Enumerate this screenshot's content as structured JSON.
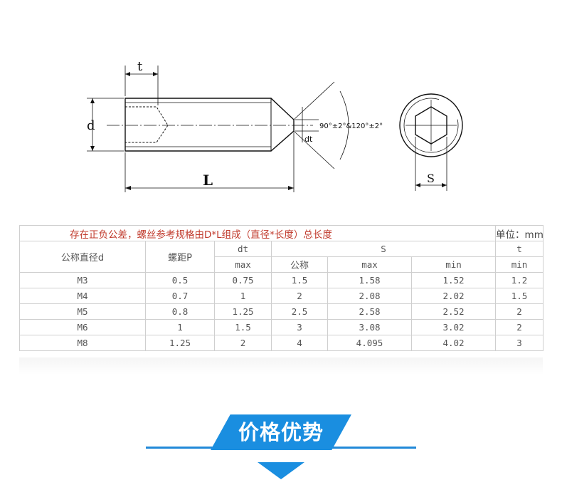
{
  "drawing": {
    "label_t": "t",
    "label_d": "d",
    "label_L": "L",
    "label_angle": "90°±2°&120°±2°",
    "label_dt": "dt",
    "label_s": "S"
  },
  "table": {
    "note": "存在正负公差，螺丝参考规格由D*L组成（直径*长度）总长度",
    "unit": "单位：mm",
    "headers": {
      "nominal_diameter": "公称直径d",
      "pitch": "螺距P",
      "dt": "dt",
      "s": "S",
      "t": "t",
      "dt_max": "max",
      "s_nominal": "公称",
      "s_max": "max",
      "s_min": "min",
      "t_min": "min"
    },
    "rows": [
      [
        "M3",
        "0.5",
        "0.75",
        "1.5",
        "1.58",
        "1.52",
        "1.2"
      ],
      [
        "M4",
        "0.7",
        "1",
        "2",
        "2.08",
        "2.02",
        "1.5"
      ],
      [
        "M5",
        "0.8",
        "1.25",
        "2.5",
        "2.58",
        "2.52",
        "2"
      ],
      [
        "M6",
        "1",
        "1.5",
        "3",
        "3.08",
        "3.02",
        "2"
      ],
      [
        "M8",
        "1.25",
        "2",
        "4",
        "4.095",
        "4.02",
        "3"
      ]
    ]
  },
  "banner": {
    "title": "价格优势"
  },
  "colors": {
    "note_red": "#c0392b",
    "accent_blue": "#1a8ee0"
  }
}
